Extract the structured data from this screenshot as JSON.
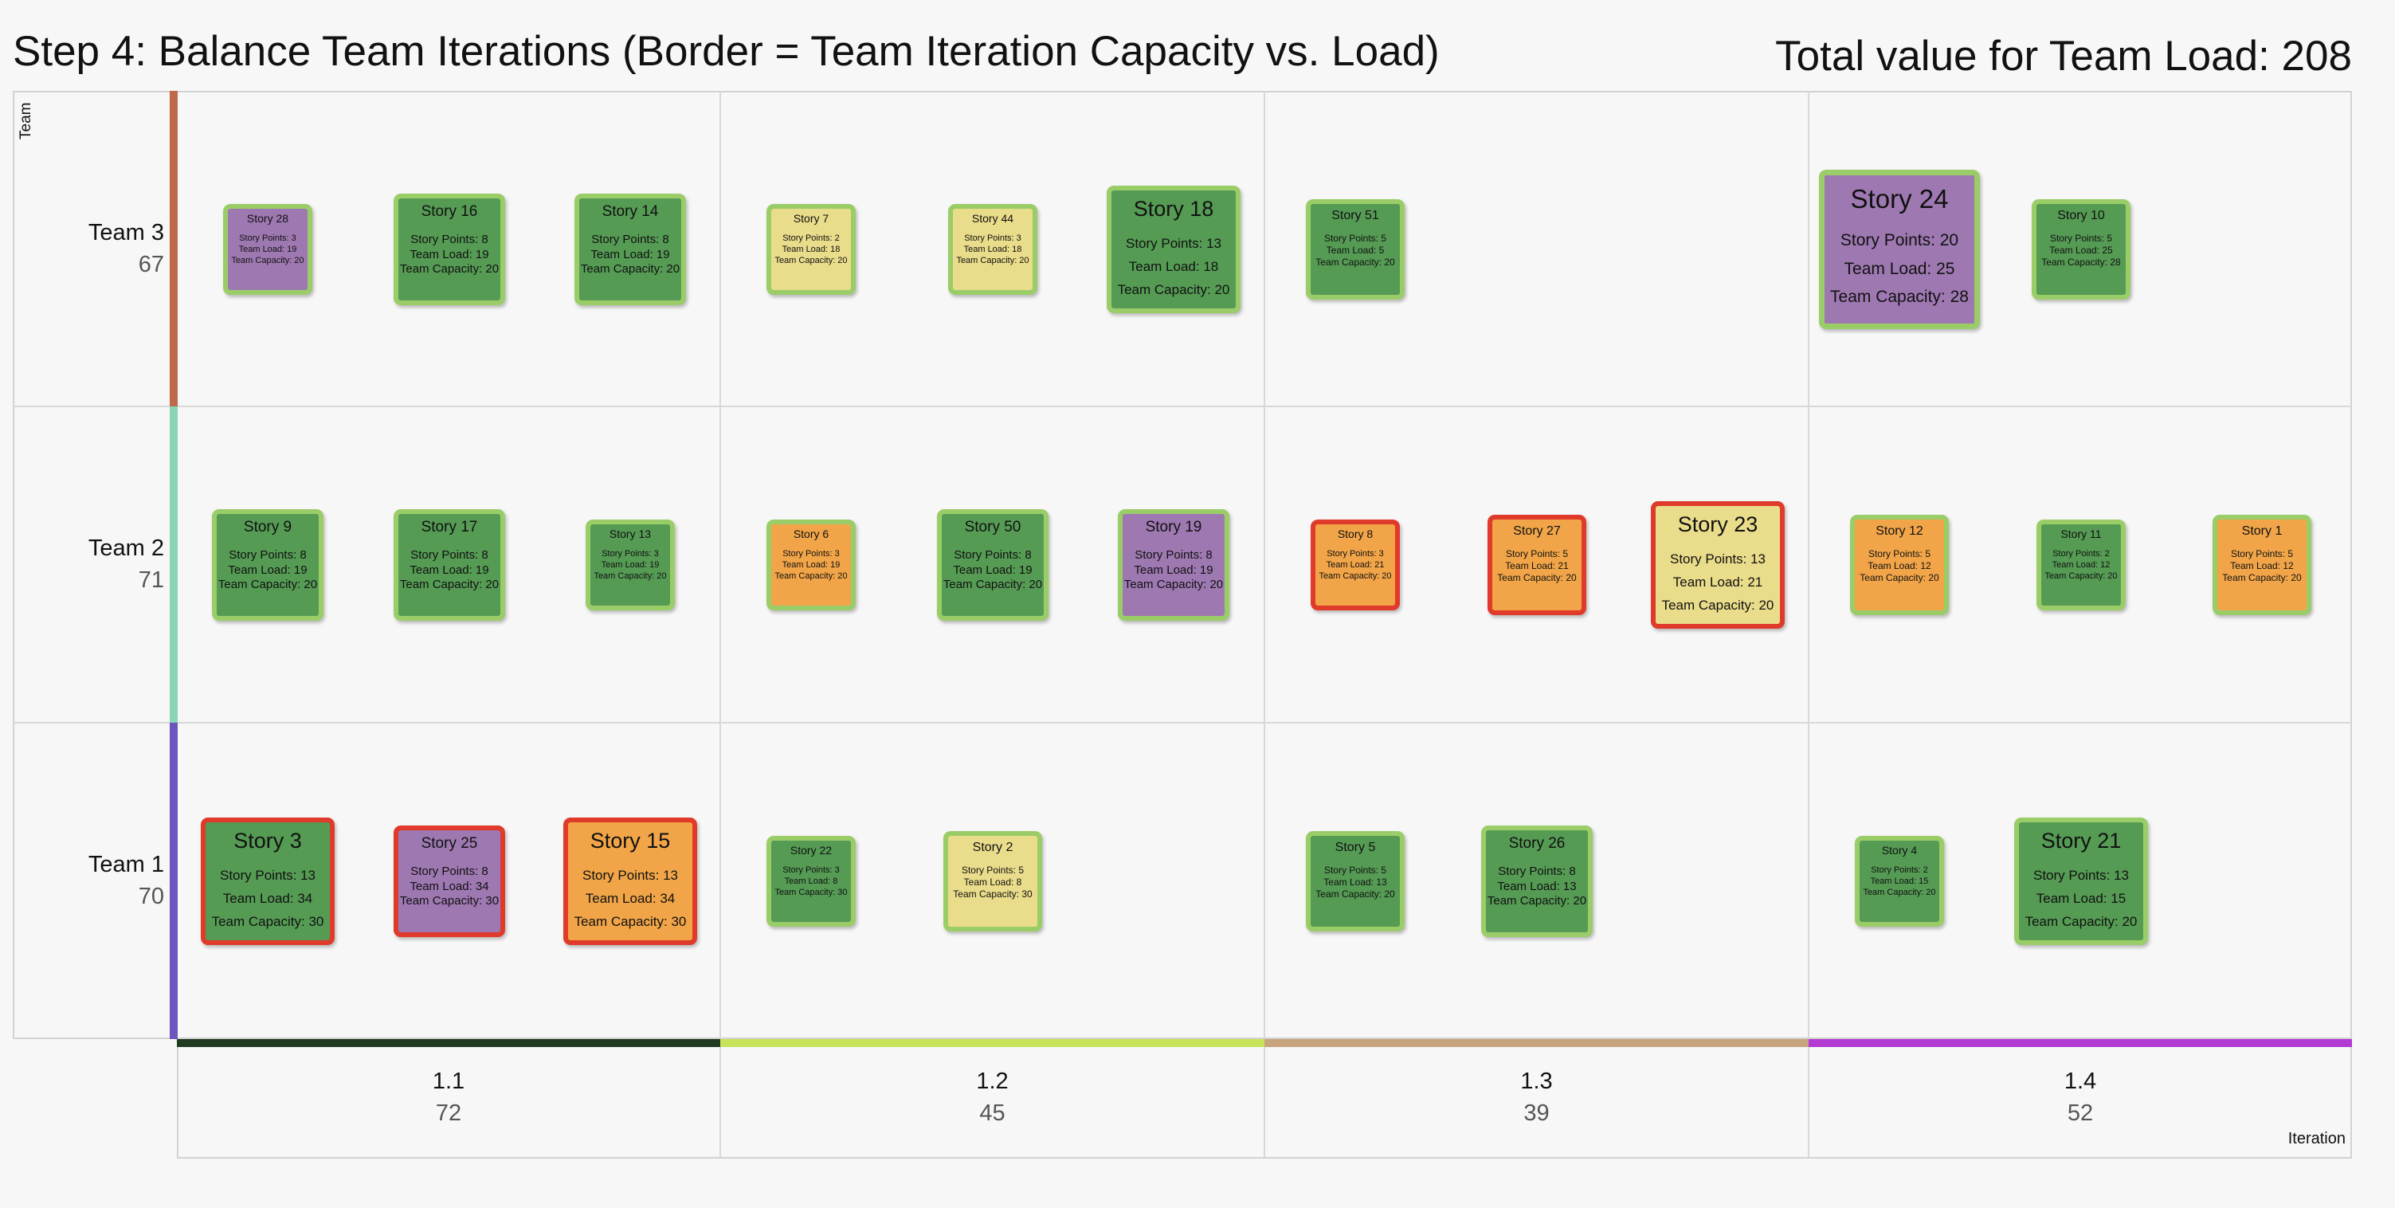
{
  "header": {
    "title": "Step 4: Balance Team Iterations (Border = Team Iteration Capacity vs. Load)",
    "total": "Total value for Team Load: 208"
  },
  "axes": {
    "team_label": "Team",
    "iteration_label": "Iteration"
  },
  "colors": {
    "green": "#559B54",
    "purple": "#9E78B1",
    "yellow": "#E9DC8A",
    "orange": "#F1A548",
    "border_ok": "#9ACD68",
    "border_over": "#E03A2A",
    "team3": "#C0694A",
    "team2": "#88D6B4",
    "team1": "#6F53BE",
    "iter11": "#203B22",
    "iter12": "#C6E35A",
    "iter13": "#C7A47E",
    "iter14": "#B23BD3"
  },
  "chart_data": {
    "type": "table",
    "title": "Step 4: Balance Team Iterations (Border = Team Iteration Capacity vs. Load)",
    "rows": [
      {
        "name": "Team 3",
        "total": "67"
      },
      {
        "name": "Team 2",
        "total": "71"
      },
      {
        "name": "Team 1",
        "total": "70"
      }
    ],
    "columns": [
      {
        "name": "1.1",
        "total": "72"
      },
      {
        "name": "1.2",
        "total": "45"
      },
      {
        "name": "1.3",
        "total": "39"
      },
      {
        "name": "1.4",
        "total": "52"
      }
    ],
    "cards": [
      {
        "row": 0,
        "col": 0,
        "slot": 0,
        "title": "Story 28",
        "points": "Story Points: 3",
        "load": "Team Load: 19",
        "capacity": "Team Capacity: 20",
        "color": "purple",
        "border": "ok",
        "story_points": 3
      },
      {
        "row": 0,
        "col": 0,
        "slot": 1,
        "title": "Story 16",
        "points": "Story Points: 8",
        "load": "Team Load: 19",
        "capacity": "Team Capacity: 20",
        "color": "green",
        "border": "ok",
        "story_points": 8
      },
      {
        "row": 0,
        "col": 0,
        "slot": 2,
        "title": "Story 14",
        "points": "Story Points: 8",
        "load": "Team Load: 19",
        "capacity": "Team Capacity: 20",
        "color": "green",
        "border": "ok",
        "story_points": 8
      },
      {
        "row": 0,
        "col": 1,
        "slot": 0,
        "title": "Story 7",
        "points": "Story Points: 2",
        "load": "Team Load: 18",
        "capacity": "Team Capacity: 20",
        "color": "yellow",
        "border": "ok",
        "story_points": 2
      },
      {
        "row": 0,
        "col": 1,
        "slot": 1,
        "title": "Story 44",
        "points": "Story Points: 3",
        "load": "Team Load: 18",
        "capacity": "Team Capacity: 20",
        "color": "yellow",
        "border": "ok",
        "story_points": 3
      },
      {
        "row": 0,
        "col": 1,
        "slot": 2,
        "title": "Story 18",
        "points": "Story Points: 13",
        "load": "Team Load: 18",
        "capacity": "Team Capacity: 20",
        "color": "green",
        "border": "ok",
        "story_points": 13
      },
      {
        "row": 0,
        "col": 2,
        "slot": 0,
        "title": "Story 51",
        "points": "Story Points: 5",
        "load": "Team Load: 5",
        "capacity": "Team Capacity: 20",
        "color": "green",
        "border": "ok",
        "story_points": 5
      },
      {
        "row": 0,
        "col": 3,
        "slot": 0,
        "title": "Story 24",
        "points": "Story Points: 20",
        "load": "Team Load: 25",
        "capacity": "Team Capacity: 28",
        "color": "purple",
        "border": "ok",
        "story_points": 20
      },
      {
        "row": 0,
        "col": 3,
        "slot": 1,
        "title": "Story 10",
        "points": "Story Points: 5",
        "load": "Team Load: 25",
        "capacity": "Team Capacity: 28",
        "color": "green",
        "border": "ok",
        "story_points": 5
      },
      {
        "row": 1,
        "col": 0,
        "slot": 0,
        "title": "Story 9",
        "points": "Story Points: 8",
        "load": "Team Load: 19",
        "capacity": "Team Capacity: 20",
        "color": "green",
        "border": "ok",
        "story_points": 8
      },
      {
        "row": 1,
        "col": 0,
        "slot": 1,
        "title": "Story 17",
        "points": "Story Points: 8",
        "load": "Team Load: 19",
        "capacity": "Team Capacity: 20",
        "color": "green",
        "border": "ok",
        "story_points": 8
      },
      {
        "row": 1,
        "col": 0,
        "slot": 2,
        "title": "Story 13",
        "points": "Story Points: 3",
        "load": "Team Load: 19",
        "capacity": "Team Capacity: 20",
        "color": "green",
        "border": "ok",
        "story_points": 3
      },
      {
        "row": 1,
        "col": 1,
        "slot": 0,
        "title": "Story 6",
        "points": "Story Points: 3",
        "load": "Team Load: 19",
        "capacity": "Team Capacity: 20",
        "color": "orange",
        "border": "ok",
        "story_points": 3
      },
      {
        "row": 1,
        "col": 1,
        "slot": 1,
        "title": "Story 50",
        "points": "Story Points: 8",
        "load": "Team Load: 19",
        "capacity": "Team Capacity: 20",
        "color": "green",
        "border": "ok",
        "story_points": 8
      },
      {
        "row": 1,
        "col": 1,
        "slot": 2,
        "title": "Story 19",
        "points": "Story Points: 8",
        "load": "Team Load: 19",
        "capacity": "Team Capacity: 20",
        "color": "purple",
        "border": "ok",
        "story_points": 8
      },
      {
        "row": 1,
        "col": 2,
        "slot": 0,
        "title": "Story 8",
        "points": "Story Points: 3",
        "load": "Team Load: 21",
        "capacity": "Team Capacity: 20",
        "color": "orange",
        "border": "over",
        "story_points": 3
      },
      {
        "row": 1,
        "col": 2,
        "slot": 1,
        "title": "Story 27",
        "points": "Story Points: 5",
        "load": "Team Load: 21",
        "capacity": "Team Capacity: 20",
        "color": "orange",
        "border": "over",
        "story_points": 5
      },
      {
        "row": 1,
        "col": 2,
        "slot": 2,
        "title": "Story 23",
        "points": "Story Points: 13",
        "load": "Team Load: 21",
        "capacity": "Team Capacity: 20",
        "color": "yellow",
        "border": "over",
        "story_points": 13
      },
      {
        "row": 1,
        "col": 3,
        "slot": 0,
        "title": "Story 12",
        "points": "Story Points: 5",
        "load": "Team Load: 12",
        "capacity": "Team Capacity: 20",
        "color": "orange",
        "border": "ok",
        "story_points": 5
      },
      {
        "row": 1,
        "col": 3,
        "slot": 1,
        "title": "Story 11",
        "points": "Story Points: 2",
        "load": "Team Load: 12",
        "capacity": "Team Capacity: 20",
        "color": "green",
        "border": "ok",
        "story_points": 2
      },
      {
        "row": 1,
        "col": 3,
        "slot": 2,
        "title": "Story 1",
        "points": "Story Points: 5",
        "load": "Team Load: 12",
        "capacity": "Team Capacity: 20",
        "color": "orange",
        "border": "ok",
        "story_points": 5
      },
      {
        "row": 2,
        "col": 0,
        "slot": 0,
        "title": "Story 3",
        "points": "Story Points: 13",
        "load": "Team Load: 34",
        "capacity": "Team Capacity: 30",
        "color": "green",
        "border": "over",
        "story_points": 13
      },
      {
        "row": 2,
        "col": 0,
        "slot": 1,
        "title": "Story 25",
        "points": "Story Points: 8",
        "load": "Team Load: 34",
        "capacity": "Team Capacity: 30",
        "color": "purple",
        "border": "over",
        "story_points": 8
      },
      {
        "row": 2,
        "col": 0,
        "slot": 2,
        "title": "Story 15",
        "points": "Story Points: 13",
        "load": "Team Load: 34",
        "capacity": "Team Capacity: 30",
        "color": "orange",
        "border": "over",
        "story_points": 13
      },
      {
        "row": 2,
        "col": 1,
        "slot": 0,
        "title": "Story 22",
        "points": "Story Points: 3",
        "load": "Team Load: 8",
        "capacity": "Team Capacity: 30",
        "color": "green",
        "border": "ok",
        "story_points": 3
      },
      {
        "row": 2,
        "col": 1,
        "slot": 1,
        "title": "Story 2",
        "points": "Story Points: 5",
        "load": "Team Load: 8",
        "capacity": "Team Capacity: 30",
        "color": "yellow",
        "border": "ok",
        "story_points": 5
      },
      {
        "row": 2,
        "col": 2,
        "slot": 0,
        "title": "Story 5",
        "points": "Story Points: 5",
        "load": "Team Load: 13",
        "capacity": "Team Capacity: 20",
        "color": "green",
        "border": "ok",
        "story_points": 5
      },
      {
        "row": 2,
        "col": 2,
        "slot": 1,
        "title": "Story 26",
        "points": "Story Points: 8",
        "load": "Team Load: 13",
        "capacity": "Team Capacity: 20",
        "color": "green",
        "border": "ok",
        "story_points": 8
      },
      {
        "row": 2,
        "col": 3,
        "slot": 0,
        "title": "Story 4",
        "points": "Story Points: 2",
        "load": "Team Load: 15",
        "capacity": "Team Capacity: 20",
        "color": "green",
        "border": "ok",
        "story_points": 2
      },
      {
        "row": 2,
        "col": 3,
        "slot": 1,
        "title": "Story 21",
        "points": "Story Points: 13",
        "load": "Team Load: 15",
        "capacity": "Team Capacity: 20",
        "color": "green",
        "border": "ok",
        "story_points": 13
      }
    ]
  }
}
